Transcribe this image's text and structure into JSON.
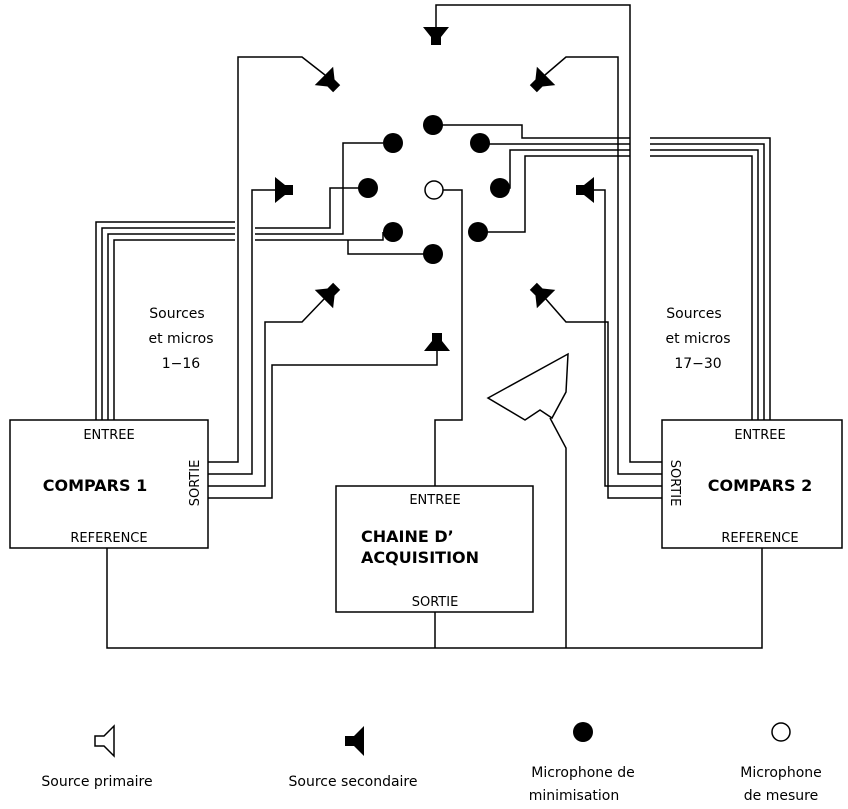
{
  "boxes": {
    "compars1": {
      "title": "COMPARS 1",
      "input": "ENTREE",
      "output": "SORTIE",
      "reference": "REFERENCE"
    },
    "compars2": {
      "title": "COMPARS 2",
      "input": "ENTREE",
      "output": "SORTIE",
      "reference": "REFERENCE"
    },
    "acquisition": {
      "title_line1": "CHAINE D’",
      "title_line2": "ACQUISITION",
      "input": "ENTREE",
      "output": "SORTIE"
    }
  },
  "groups": {
    "left": [
      "Sources",
      "et micros",
      "1−16"
    ],
    "right": [
      "Sources",
      "et micros",
      "17−30"
    ]
  },
  "legend": {
    "primary_source": "Source primaire",
    "secondary_source": "Source secondaire",
    "min_mic": [
      "Microphone de",
      "minimisation"
    ],
    "measure_mic": [
      "Microphone",
      "de mesure"
    ]
  },
  "icons": {
    "primary_source": "loudspeaker-outline-icon",
    "secondary_source": "loudspeaker-filled-icon",
    "min_mic": "filled-circle-icon",
    "measure_mic": "hollow-circle-icon"
  }
}
